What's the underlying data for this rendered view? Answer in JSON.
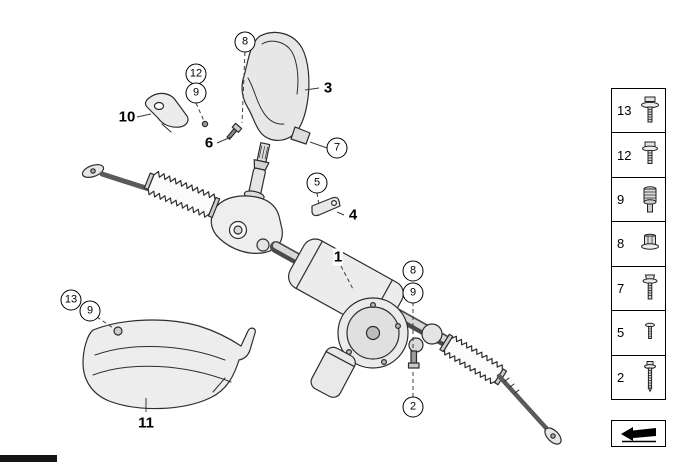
{
  "figure": {
    "callouts": [
      {
        "label": "8",
        "style": "circled"
      },
      {
        "label": "12",
        "style": "circled"
      },
      {
        "label": "9",
        "style": "circled"
      },
      {
        "label": "10",
        "style": "plain"
      },
      {
        "label": "3",
        "style": "plain"
      },
      {
        "label": "6",
        "style": "plain"
      },
      {
        "label": "7",
        "style": "circled"
      },
      {
        "label": "5",
        "style": "circled"
      },
      {
        "label": "4",
        "style": "plain"
      },
      {
        "label": "1",
        "style": "plain"
      },
      {
        "label": "8",
        "style": "circled"
      },
      {
        "label": "9",
        "style": "circled"
      },
      {
        "label": "2",
        "style": "circled"
      },
      {
        "label": "13",
        "style": "circled"
      },
      {
        "label": "9",
        "style": "circled"
      },
      {
        "label": "11",
        "style": "plain"
      }
    ],
    "legend": {
      "items": [
        {
          "label": "13",
          "icon": "hex-bolt-with-washer-icon"
        },
        {
          "label": "12",
          "icon": "hex-bolt-with-washer-icon"
        },
        {
          "label": "9",
          "icon": "collar-sleeve-screw-icon"
        },
        {
          "label": "8",
          "icon": "flange-nut-icon"
        },
        {
          "label": "7",
          "icon": "hex-flange-bolt-icon"
        },
        {
          "label": "5",
          "icon": "small-screw-icon"
        },
        {
          "label": "2",
          "icon": "long-hex-bolt-icon"
        }
      ]
    },
    "nav": {
      "arrow_icon": "travel-direction-arrow"
    }
  }
}
